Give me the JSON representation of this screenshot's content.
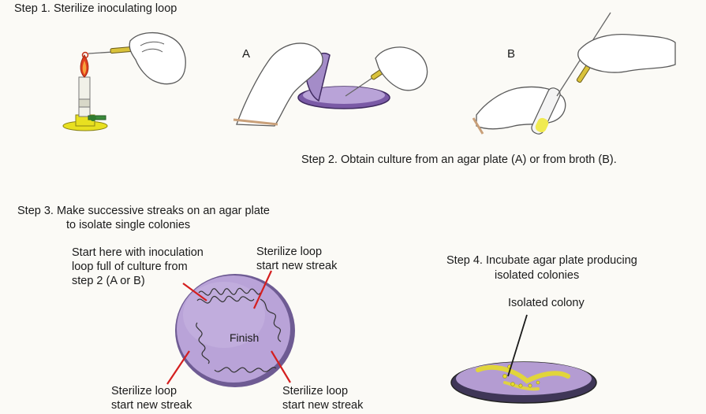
{
  "step1": {
    "title": "Step 1.  Sterilize inoculating loop"
  },
  "step2": {
    "label_a": "A",
    "label_b": "B",
    "caption": "Step 2. Obtain culture from an agar plate (A) or from broth (B)."
  },
  "step3": {
    "title_line1": "Step 3.  Make successive streaks on  an agar plate",
    "title_line2": "to isolate single colonies",
    "start_line1": "Start here with inoculation",
    "start_line2": "loop full of culture from",
    "start_line3": "step 2 (A or B)",
    "top_line1": "Sterilize loop",
    "top_line2": "start new streak",
    "bl_line1": "Sterilize loop",
    "bl_line2": "start new streak",
    "br_line1": "Sterilize loop",
    "br_line2": "start new streak",
    "finish": "Finish"
  },
  "step4": {
    "title_line1": "Step 4.  Incubate agar plate producing",
    "title_line2": "isolated colonies",
    "colony_label": "Isolated colony"
  },
  "colors": {
    "agar": "#b9a3d8",
    "plate_rim": "#6e5b93",
    "glove": "#ffffff",
    "burner_base": "#e8e020",
    "flame": "#e2401f",
    "leader": "#d41f1f",
    "colony": "#e6dc2a"
  }
}
